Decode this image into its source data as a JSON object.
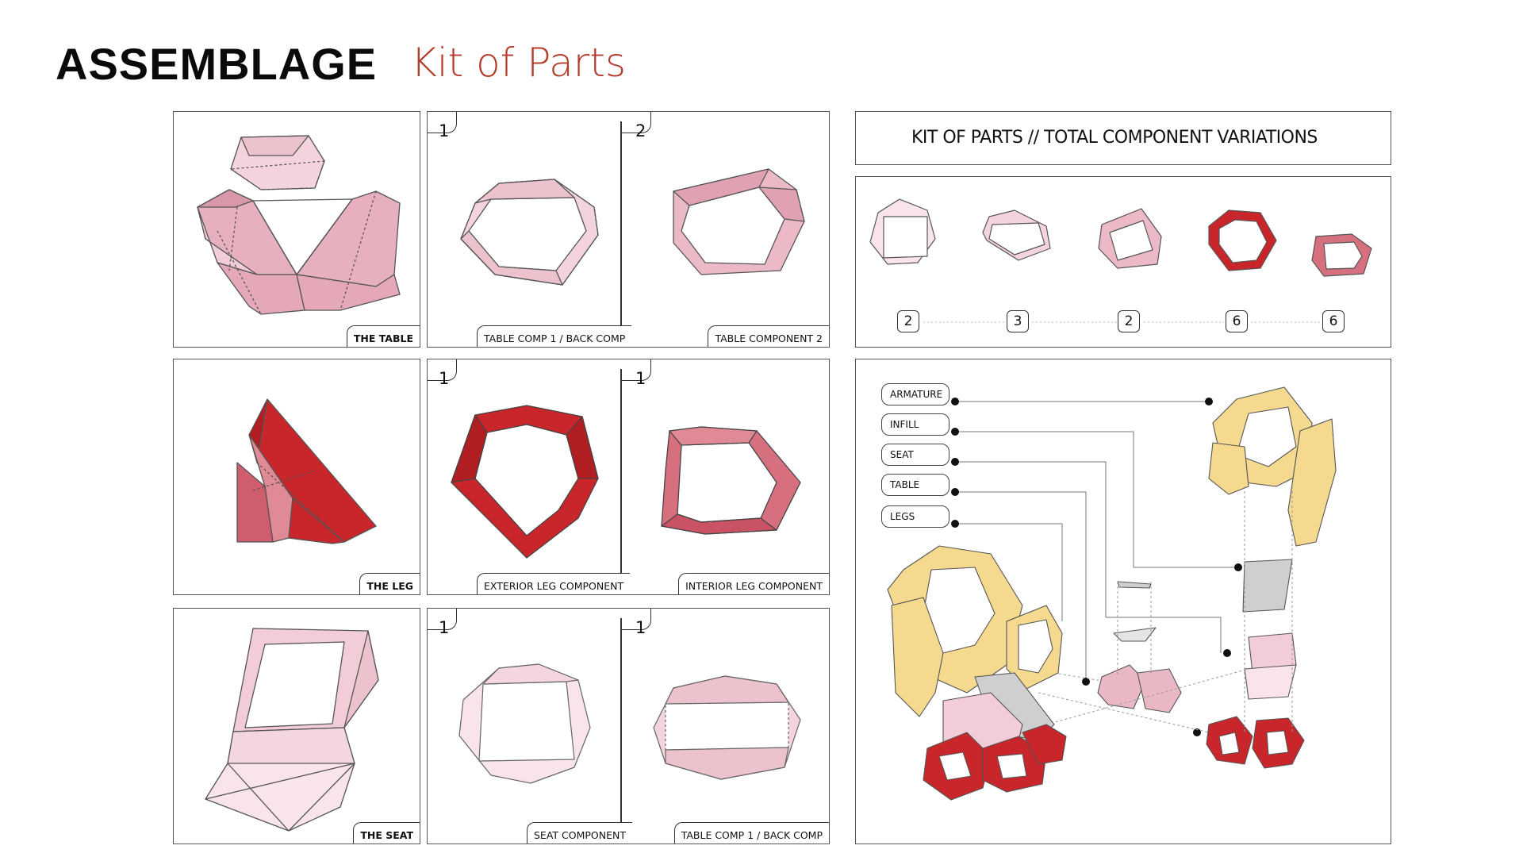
{
  "header": {
    "title": "ASSEMBLAGE",
    "subtitle": "Kit of Parts"
  },
  "panels": {
    "table": {
      "caption": "THE TABLE"
    },
    "table_components": {
      "num1": "1",
      "num2": "2",
      "caption1": "TABLE COMP 1 / BACK COMP",
      "caption2": "TABLE COMPONENT 2"
    },
    "leg": {
      "caption": "THE LEG"
    },
    "leg_components": {
      "num1": "1",
      "num2": "1",
      "caption1": "EXTERIOR LEG COMPONENT",
      "caption2": "INTERIOR LEG COMPONENT"
    },
    "seat": {
      "caption": "THE SEAT"
    },
    "seat_components": {
      "num1": "1",
      "num2": "1",
      "caption1": "SEAT COMPONENT",
      "caption2": "TABLE COMP 1 / BACK COMP"
    }
  },
  "kit_of_parts": {
    "title": "KIT OF PARTS // TOTAL COMPONENT VARIATIONS",
    "counts": [
      "2",
      "3",
      "2",
      "6",
      "6"
    ]
  },
  "assembly_legend": [
    "ARMATURE",
    "INFILL",
    "SEAT",
    "TABLE",
    "LEGS"
  ],
  "colors": {
    "accent": "#b43c2c",
    "pink": "#e9b8c4",
    "light_pink": "#f6dde3",
    "red": "#c9262b",
    "yellow": "#f5d98e",
    "gray": "#cfcfcf"
  }
}
